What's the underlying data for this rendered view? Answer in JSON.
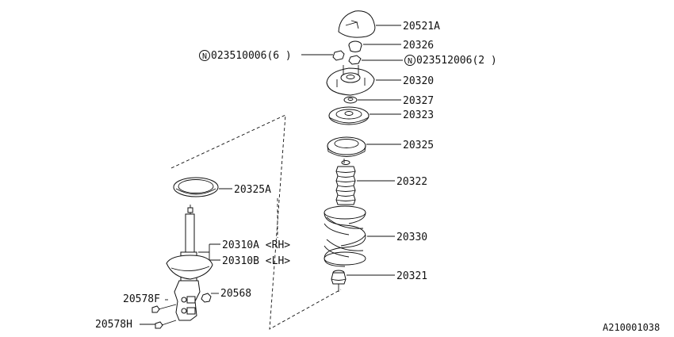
{
  "callouts": {
    "p20521a": "20521A",
    "p20326": "20326",
    "p023510006": "023510006(6 )",
    "p023512006": "023512006(2 )",
    "p20320": "20320",
    "p20327": "20327",
    "p20323": "20323",
    "p20325": "20325",
    "p20322": "20322",
    "p20325a": "20325A",
    "p20330": "20330",
    "p20310a": "20310A <RH>",
    "p20310b": "20310B <LH>",
    "p20321": "20321",
    "p20568": "20568",
    "p20578f": "20578F",
    "p20578h": "20578H"
  },
  "nut_marker": "N",
  "diagram_code": "A210001038"
}
